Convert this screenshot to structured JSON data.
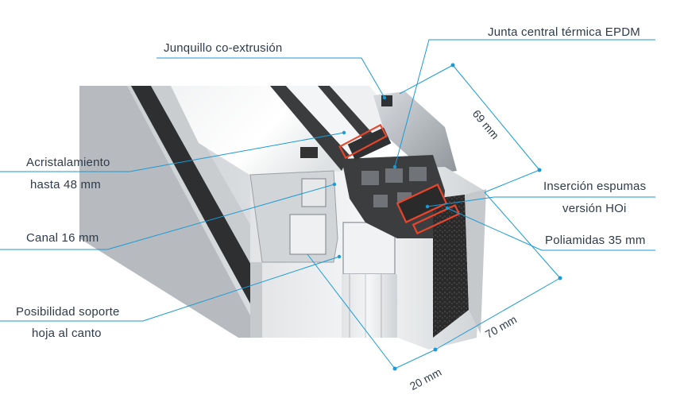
{
  "labels": {
    "junquillo": "Junquillo co-extrusión",
    "junta": "Junta central térmica EPDM",
    "acristalamiento_1": "Acristalamiento",
    "acristalamiento_2": "hasta 48 mm",
    "canal": "Canal 16 mm",
    "posibilidad_1": "Posibilidad soporte",
    "posibilidad_2": "hoja al canto",
    "insercion_1": "Inserción espumas",
    "insercion_2": "versión HOi",
    "poliamidas": "Poliamidas 35 mm"
  },
  "dimensions": {
    "d69": "69 mm",
    "d70": "70 mm",
    "d20": "20 mm"
  },
  "colors": {
    "leader_line": "#1a9ad6",
    "label_text": "#2e3b4a",
    "aluminium": "#a8aeb3",
    "highlight": "#e8452c"
  }
}
